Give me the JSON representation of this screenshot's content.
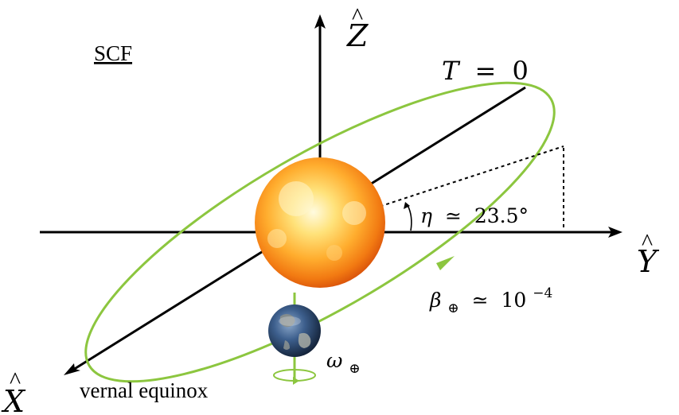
{
  "frame_label": "SCF",
  "axes": {
    "z_label": "Z",
    "y_label": "Y",
    "x_label": "X",
    "hat_glyph": "^"
  },
  "reference_time": {
    "symbol": "T",
    "relation": "=",
    "value": "0"
  },
  "tilt": {
    "symbol": "η",
    "relation": "≃",
    "value": "23.5°"
  },
  "orbital_velocity": {
    "symbol": "β",
    "subscript": "⊕",
    "relation": "≃",
    "base": "10",
    "exponent": "−4"
  },
  "earth_rotation": {
    "symbol": "ω",
    "subscript": "⊕"
  },
  "equinox_label": "vernal equinox",
  "colors": {
    "orbit": "#8cc63f",
    "axis": "#000000",
    "sun_core": "#fff3b0",
    "sun_edge": "#e8600a",
    "earth_ocean": "#2b4a78",
    "earth_land": "#8c8f8a"
  }
}
